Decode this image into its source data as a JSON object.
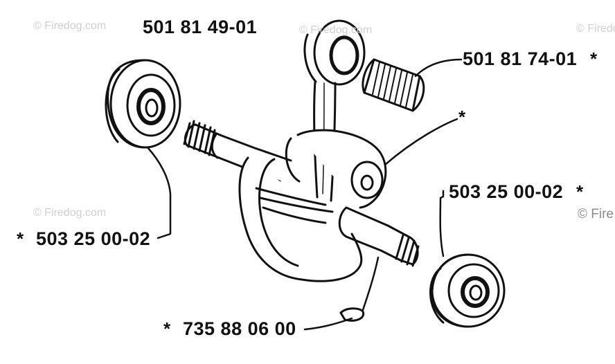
{
  "watermarks": {
    "text_1": "© Firedog.com",
    "text_2": "© Firedog.com",
    "text_3": "© Firedog.com",
    "text_4": "© Firedog.com",
    "text_5": "© Fire"
  },
  "callouts": {
    "crankshaft_assembly": {
      "part_number": "501 81 49-01"
    },
    "needle_bearing": {
      "part_number": "501 81 74-01",
      "marker": "*"
    },
    "crank_pin": {
      "marker": "*"
    },
    "ball_bearing_right": {
      "part_number": "503 25 00-02",
      "marker": "*"
    },
    "ball_bearing_left": {
      "part_number": "503 25 00-02",
      "marker": "*"
    },
    "key": {
      "part_number": "735 88 06 00",
      "marker": "*"
    }
  },
  "colors": {
    "line": "#111111",
    "watermark": "#cfcfcf"
  }
}
